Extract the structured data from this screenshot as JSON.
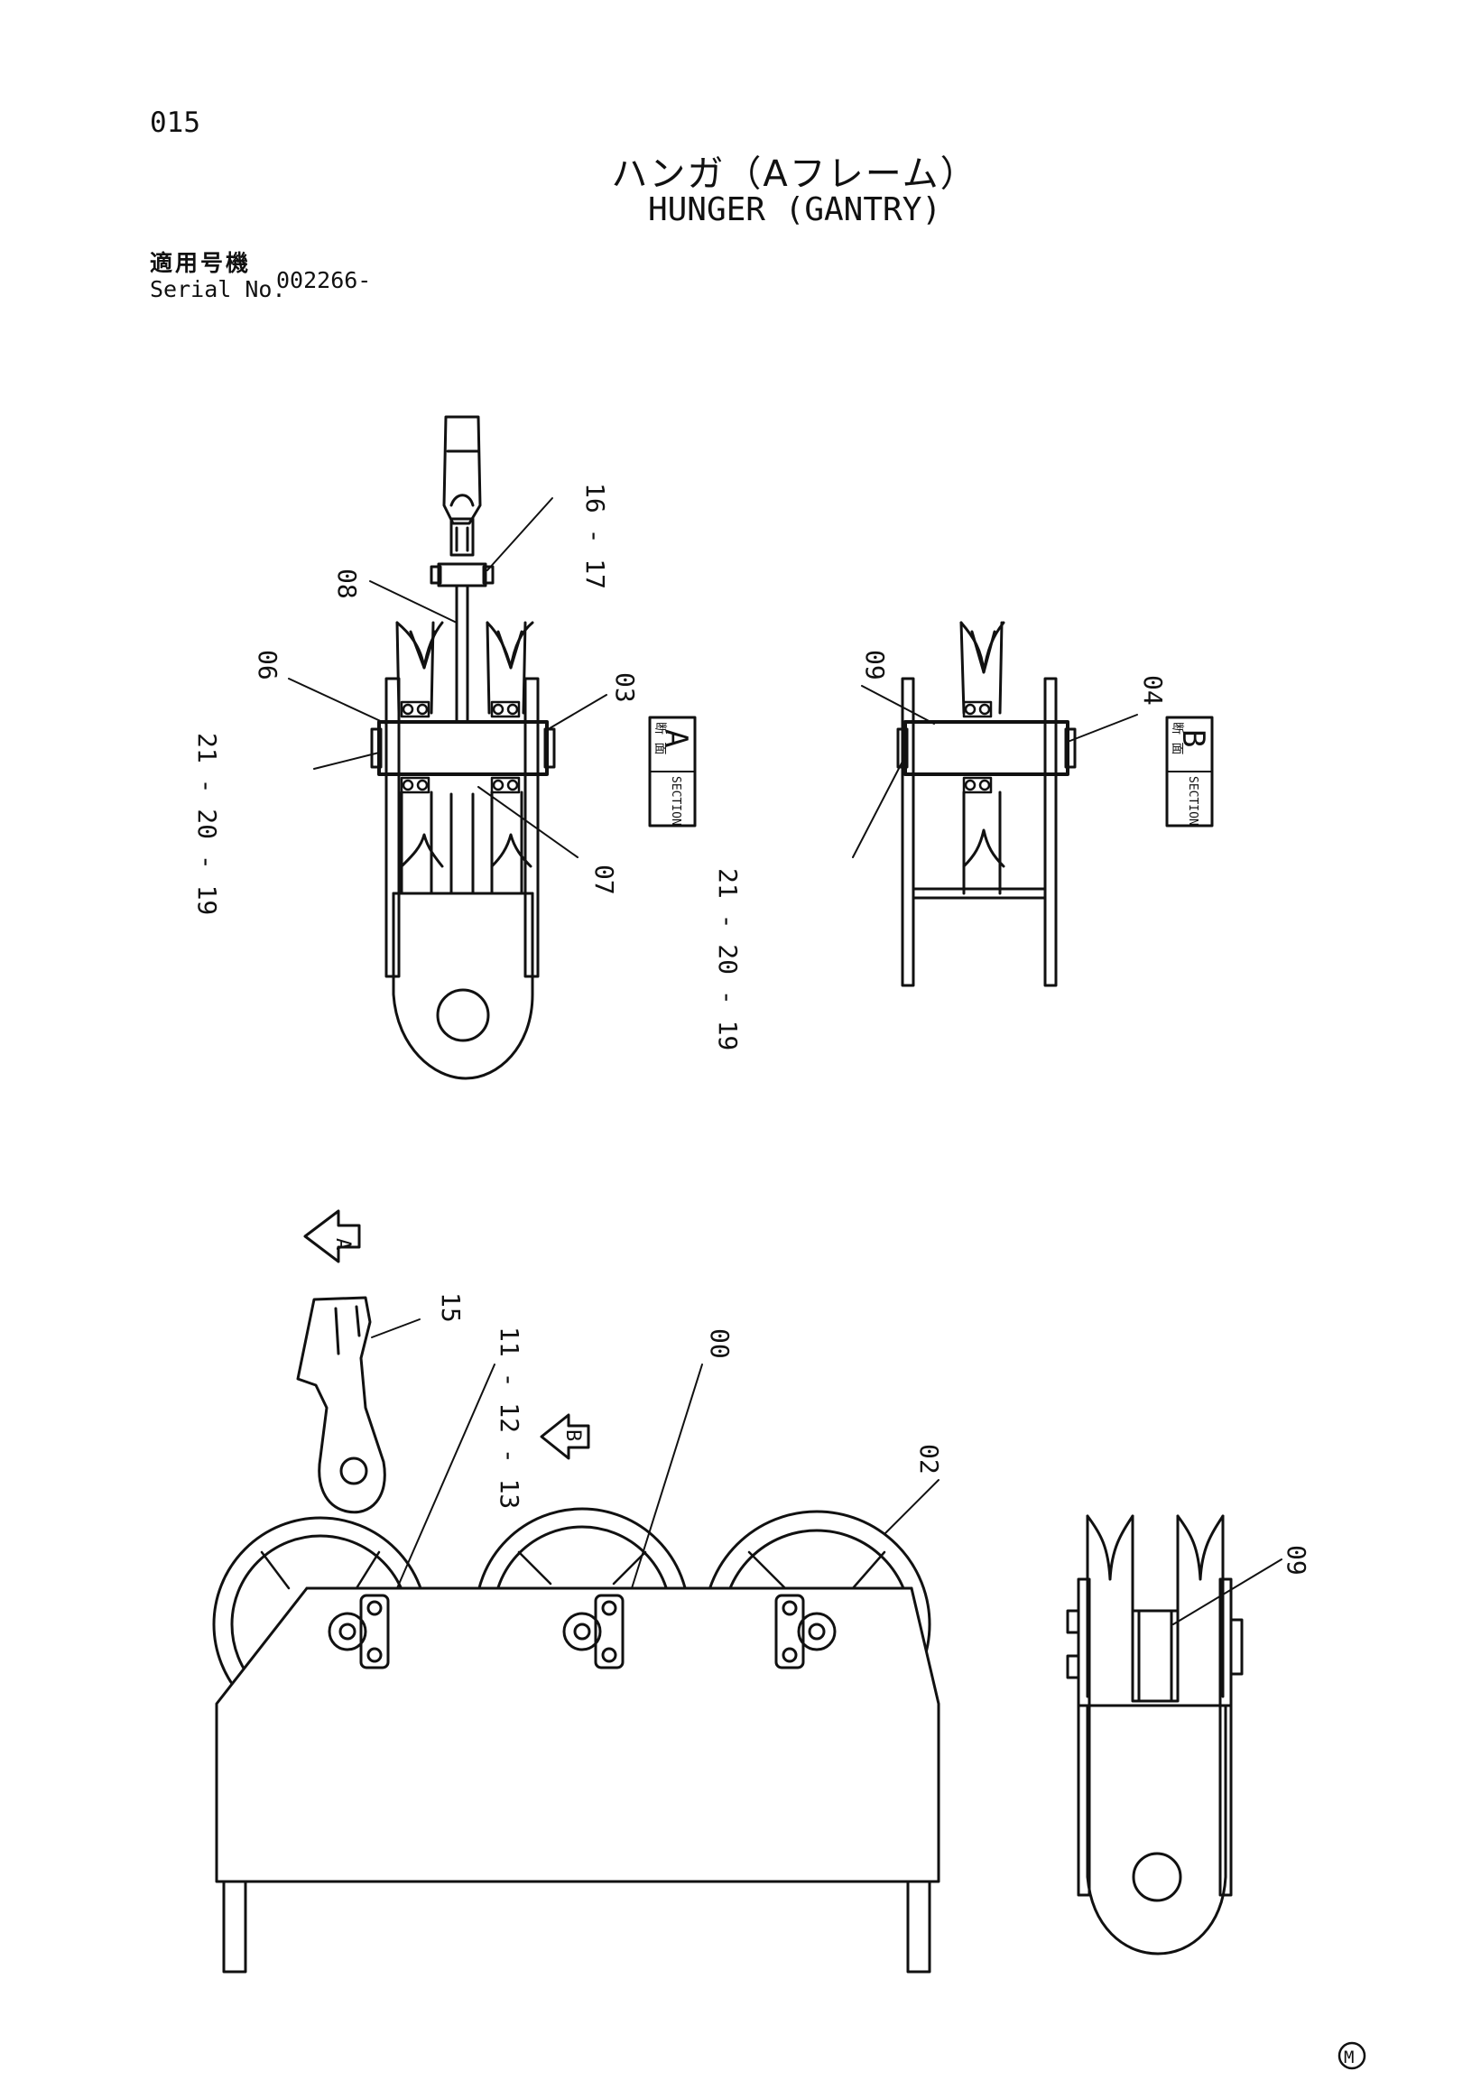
{
  "header": {
    "page_number": "015",
    "title_jp": "ハンガ（Aフレーム）",
    "title_en": "HUNGER (GANTRY)",
    "serial_label_jp": "適用号機",
    "serial_label_en": "Serial No.",
    "serial_value": "002266-"
  },
  "top_left_view": {
    "callouts": {
      "c16_17": "16 - 17",
      "c08": "08",
      "c06": "06",
      "c03": "03",
      "c21_19": "21 - 20 - 19",
      "c07": "07"
    },
    "section_tag": {
      "jp": "断 面",
      "en": "SECTION",
      "letter": "A"
    }
  },
  "top_right_view": {
    "callouts": {
      "c09": "09",
      "c04": "04",
      "c21_19": "21 - 20 - 19"
    },
    "section_tag": {
      "jp": "断 面",
      "en": "SECTION",
      "letter": "B"
    }
  },
  "bottom_left_view": {
    "view_arrow_a": "A",
    "view_arrow_b": "B",
    "callouts": {
      "c15": "15",
      "c11_13": "11 - 12 - 13",
      "c00": "00",
      "c02": "02"
    }
  },
  "bottom_right_view": {
    "callouts": {
      "c09": "09"
    }
  },
  "footer": {
    "mark": "M"
  }
}
